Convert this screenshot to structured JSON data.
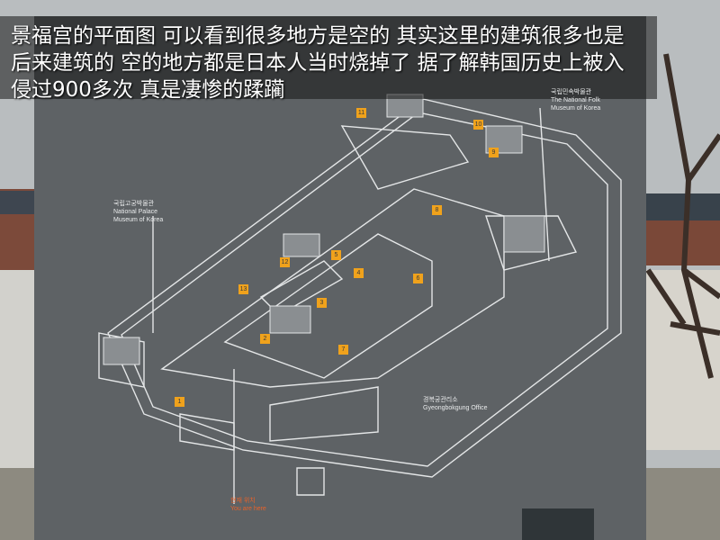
{
  "caption": {
    "line1": "景福宫的平面图 可以看到很多地方是空的 其实这里的建筑很多也是",
    "line2": "后来建筑的 空的地方都是日本人当时烧掉了 据了解韩国历史上被入",
    "line3": "侵过900多次 真是凄惨的蹂躏"
  },
  "map": {
    "folk_museum_ko": "국립민속박물관",
    "folk_museum_en1": "The National Folk",
    "folk_museum_en2": "Museum of Korea",
    "palace_museum_ko": "국립고궁박물관",
    "palace_museum_en1": "National Palace",
    "palace_museum_en2": "Museum of Korea",
    "office_ko": "경복궁관리소",
    "office_en": "Gyeongbokgung Office",
    "here_ko": "현재 위치",
    "here_en": "You are here"
  },
  "markers": [
    "1",
    "2",
    "3",
    "4",
    "5",
    "6",
    "7",
    "8",
    "9",
    "10",
    "11",
    "12",
    "13"
  ],
  "colors": {
    "board": "#5e6265",
    "lines": "#e4e6e7",
    "marker": "#f0a21c",
    "here": "#e8622a"
  }
}
